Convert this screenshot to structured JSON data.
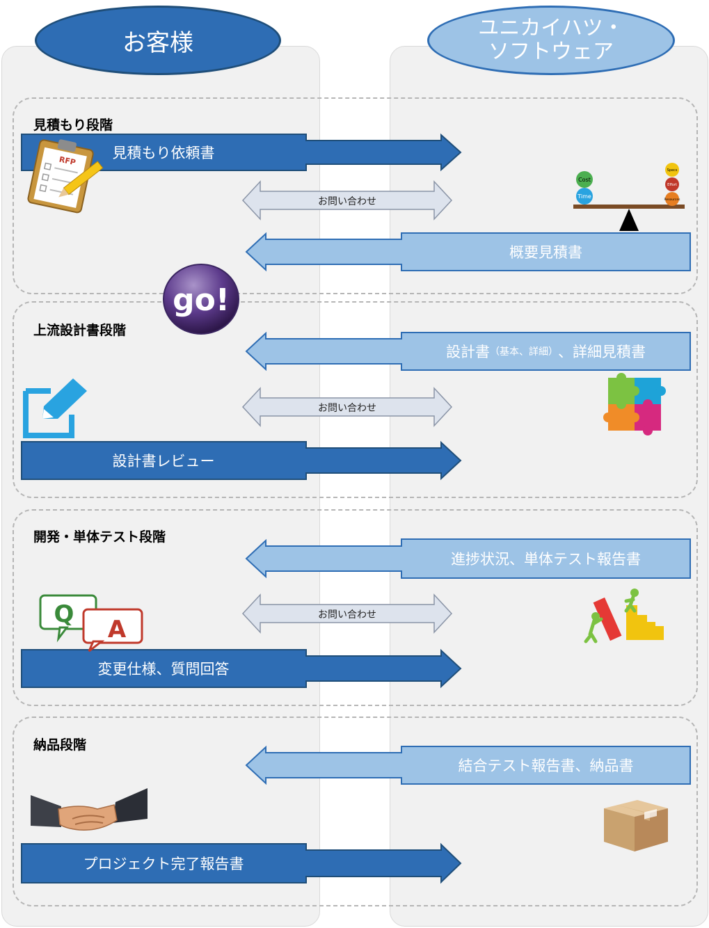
{
  "lanes": {
    "customer": "お客様",
    "vendor_line1": "ユニカイハツ・",
    "vendor_line2": "ソフトウェア"
  },
  "phases": [
    {
      "title": "見積もり段階",
      "right_arrow": "見積もり依頼書",
      "inquiry": "お問い合わせ",
      "left_arrow": "概要見積書"
    },
    {
      "title": "上流設計書段階",
      "left_arrow_main1": "設計書",
      "left_arrow_paren": "（基本、詳細）",
      "left_arrow_main2": "、詳細見積書",
      "inquiry": "お問い合わせ",
      "right_arrow": "設計書レビュー"
    },
    {
      "title": "開発・単体テスト段階",
      "left_arrow": "進捗状況、単体テスト報告書",
      "inquiry": "お問い合わせ",
      "right_arrow": "変更仕様、質問回答"
    },
    {
      "title": "納品段階",
      "left_arrow": "結合テスト報告書、納品書",
      "right_arrow": "プロジェクト完了報告書"
    }
  ],
  "icons": {
    "rfp_text": "RFP",
    "go_text": "go!",
    "q_letter": "Q",
    "a_letter": "A",
    "balance_left_top": "Cost",
    "balance_left_bottom": "Time",
    "balance_right_top": "Specs",
    "balance_right_mid": "Effort",
    "balance_right_bottom": "Resources"
  },
  "colors": {
    "dark_blue": "#2e6db4",
    "light_blue": "#9dc3e6",
    "inquiry_fill": "#dde3ed"
  }
}
